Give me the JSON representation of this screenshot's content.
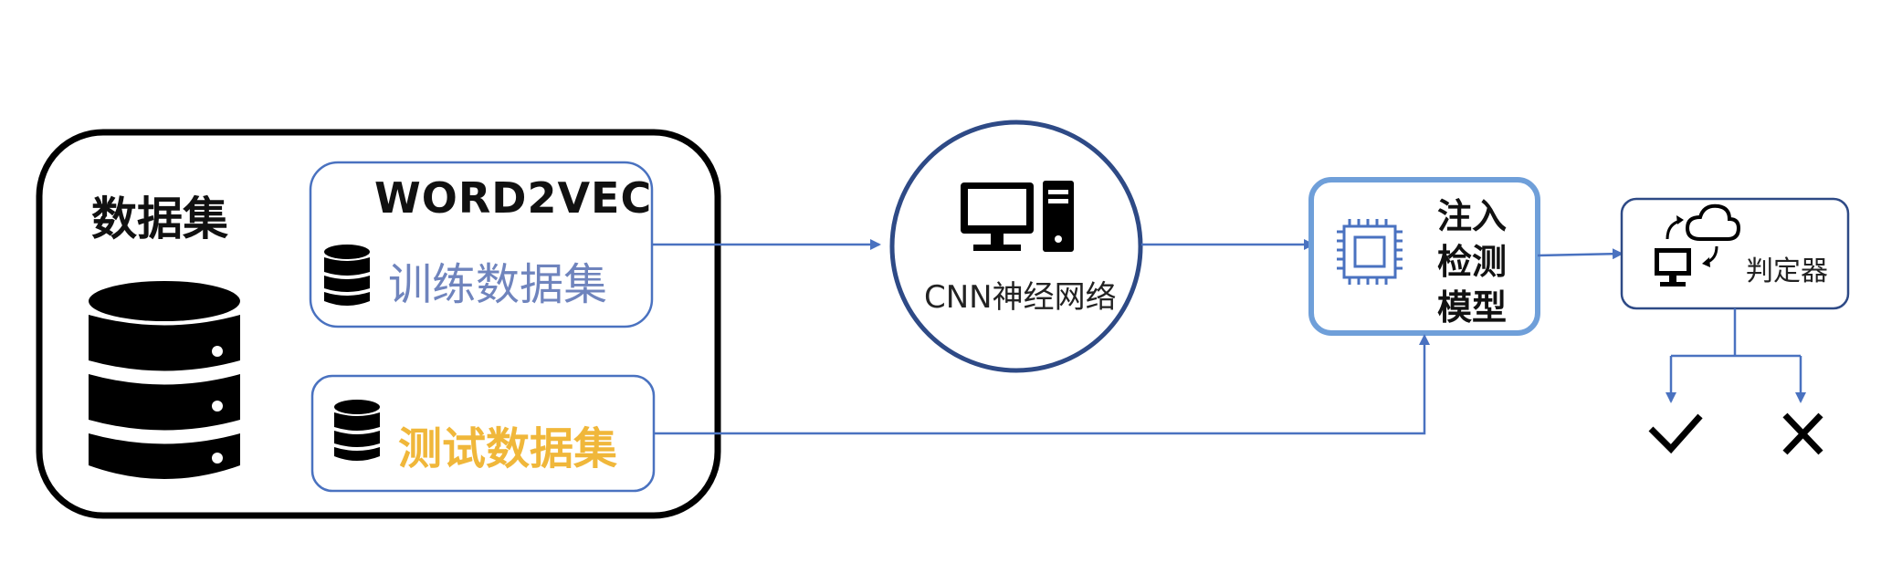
{
  "dataset": {
    "title": "数据集"
  },
  "word2vec": {
    "label": "WORD2VEC",
    "sublabel": "训练数据集"
  },
  "test_set": {
    "label": "测试数据集"
  },
  "cnn": {
    "label": "CNN神经网络"
  },
  "model": {
    "line1": "注入",
    "line2": "检测",
    "line3": "模型"
  },
  "judge": {
    "label": "判定器"
  },
  "results": {
    "pass_icon": "check-icon",
    "fail_icon": "cross-icon"
  },
  "colors": {
    "blue": "#4a72c0",
    "dark_blue": "#2e4a86",
    "light_blue": "#6f9fd9",
    "train_text": "#6f84bd",
    "test_text": "#f0b73a"
  }
}
